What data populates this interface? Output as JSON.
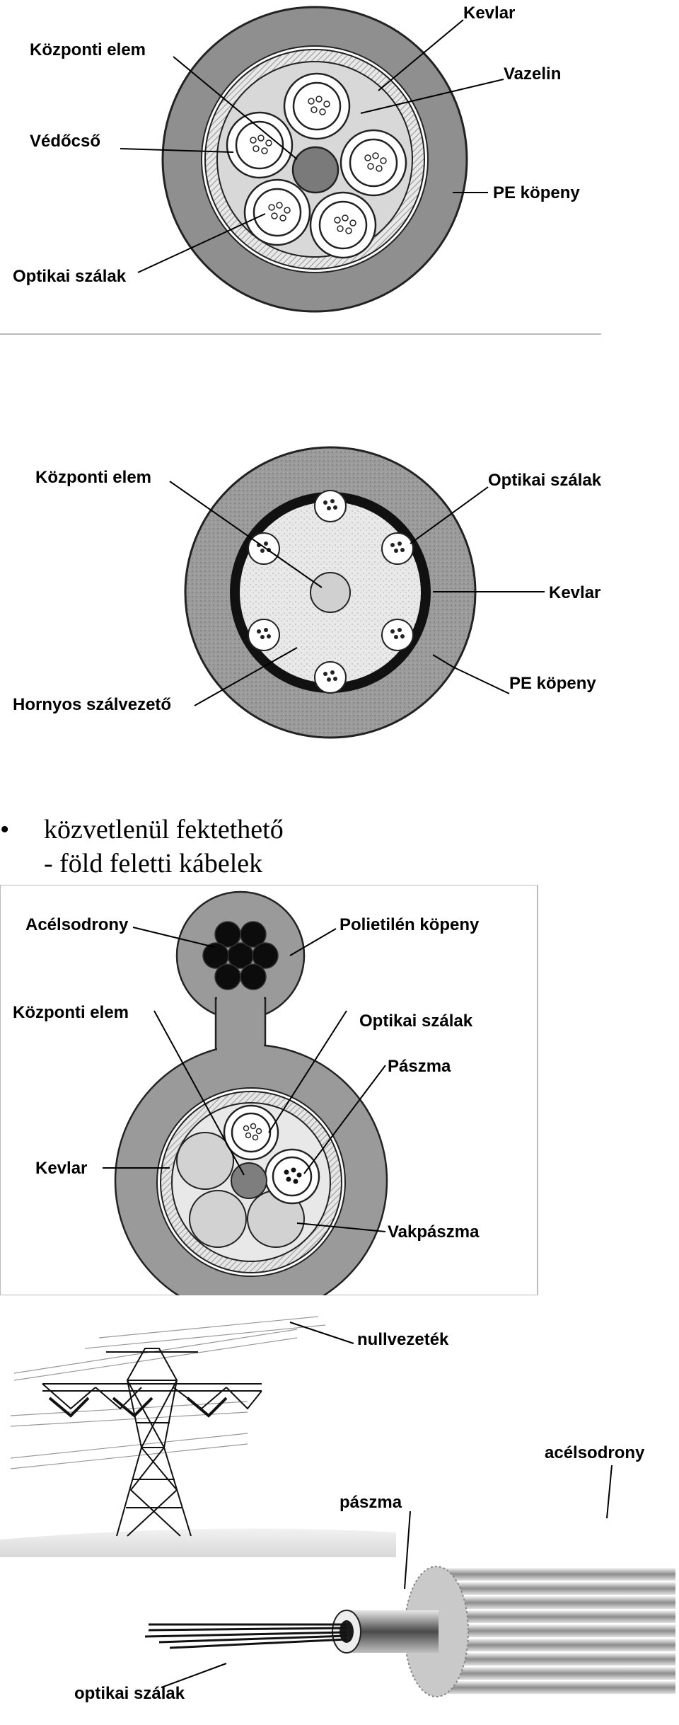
{
  "figures": {
    "loose_tube": {
      "labels": {
        "kevlar": "Kevlar",
        "kozponti_elem": "Központi elem",
        "vazelin": "Vazelin",
        "vedocso": "Védőcső",
        "pe_kopeny": "PE köpeny",
        "optikai_szalak": "Optikai szálak"
      }
    },
    "slotted_core": {
      "labels": {
        "kozponti_elem": "Központi elem",
        "optikai_szalak": "Optikai szálak",
        "kevlar": "Kevlar",
        "pe_kopeny": "PE köpeny",
        "hornyos": "Hornyos szálvezető"
      }
    },
    "figure8": {
      "labels": {
        "acelsodrony": "Acélsodrony",
        "polietilen": "Polietilén köpeny",
        "kozponti_elem": "Központi elem",
        "optikai_szalak": "Optikai szálak",
        "paszma": "Pászma",
        "kevlar": "Kevlar",
        "vakpaszma": "Vakpászma"
      }
    },
    "opgw": {
      "labels": {
        "nullvezetek": "nullvezeték",
        "acelsodrony": "acélsodrony",
        "paszma": "pászma",
        "optikai_szalak": "optikai szálak"
      }
    }
  },
  "bullet": {
    "marker": "•",
    "line1": "közvetlenül fektethető",
    "line2": "- föld feletti kábelek"
  }
}
